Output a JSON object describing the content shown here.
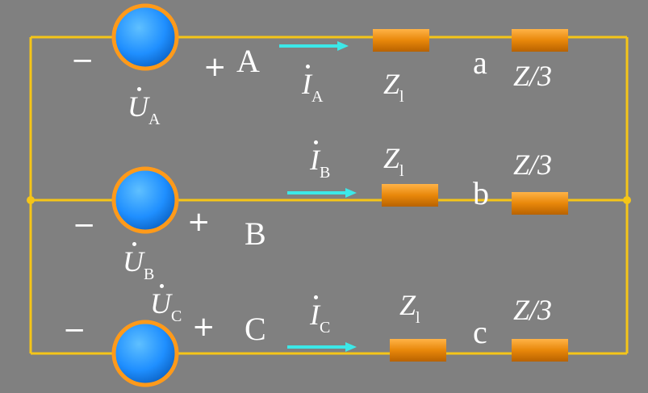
{
  "colors": {
    "background": "#808080",
    "wire": "#f5c518",
    "source_fill": "#1f8fff",
    "source_ring": "#ff9a1a",
    "impedance": "#e8870a",
    "current_arrow": "#3ce8e8",
    "text": "#ffffff"
  },
  "phases": {
    "a": {
      "source_main": "U",
      "source_sub": "A",
      "minus": "−",
      "plus": "+",
      "node": "A",
      "current_main": "I",
      "current_sub": "A",
      "line_impedance_main": "Z",
      "line_impedance_sub": "l",
      "load_node": "a",
      "load": "Z/3"
    },
    "b": {
      "source_main": "U",
      "source_sub": "B",
      "minus": "−",
      "plus": "+",
      "node": "B",
      "current_main": "I",
      "current_sub": "B",
      "line_impedance_main": "Z",
      "line_impedance_sub": "l",
      "load_node": "b",
      "load": "Z/3"
    },
    "c": {
      "source_main": "U",
      "source_sub": "C",
      "minus": "−",
      "plus": "+",
      "node": "C",
      "current_main": "I",
      "current_sub": "C",
      "line_impedance_main": "Z",
      "line_impedance_sub": "l",
      "load_node": "c",
      "load": "Z/3"
    }
  }
}
